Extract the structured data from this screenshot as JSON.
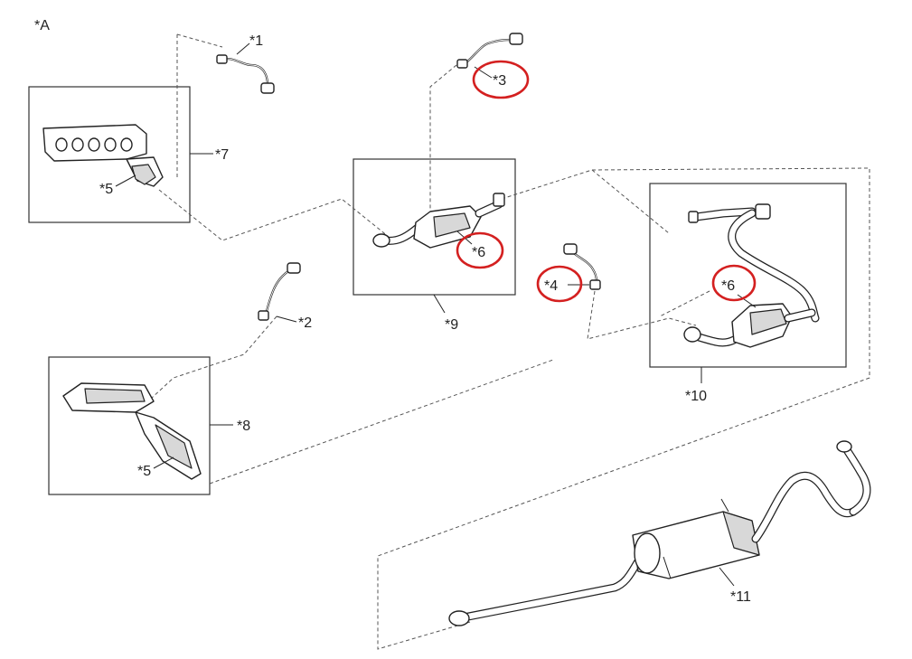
{
  "diagram_id": "*A",
  "colors": {
    "highlight": "#d42020",
    "line": "#222222",
    "dashed": "#555555"
  },
  "labels": {
    "sensor_1": "*1",
    "sensor_2": "*2",
    "sensor_3": "*3",
    "sensor_4": "*4",
    "cat_5_upper": "*5",
    "cat_5_lower": "*5",
    "cat_6_front": "*6",
    "cat_6_rear": "*6",
    "manifold_7": "*7",
    "manifold_8": "*8",
    "pipe_9": "*9",
    "pipe_10": "*10",
    "muffler_11": "*11"
  },
  "highlighted": [
    "*3",
    "*6",
    "*4",
    "*6"
  ]
}
